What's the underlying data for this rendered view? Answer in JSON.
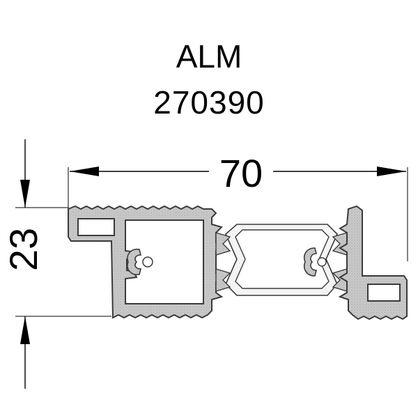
{
  "header": {
    "brand": "ALM",
    "product_code": "270390"
  },
  "dimensions": {
    "width_label": "70",
    "height_label": "23"
  },
  "colors": {
    "profile_fill": "#c4c4c4",
    "profile_stroke": "#3a3a3a",
    "line": "#000000"
  }
}
